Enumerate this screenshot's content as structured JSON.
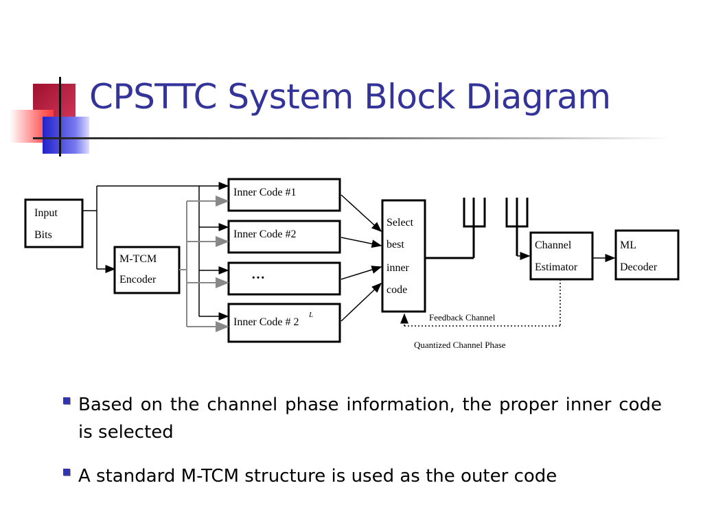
{
  "title": "CPSTTC System Block Diagram",
  "colors": {
    "title": "#333399",
    "bullet": "#3333aa",
    "accent_red": "#b3123a",
    "accent_blue": "#3333cc"
  },
  "diagram": {
    "input": [
      "Input",
      "Bits"
    ],
    "encoder": [
      "M-TCM",
      "Encoder"
    ],
    "inner_codes": [
      "Inner Code #1",
      "Inner Code #2",
      "…",
      "Inner Code # 2"
    ],
    "inner_code_superscript": "L",
    "select": [
      "Select",
      "best",
      "inner",
      "code"
    ],
    "estimator": [
      "Channel",
      "Estimator"
    ],
    "decoder": [
      "ML",
      "Decoder"
    ],
    "feedback_label": "Feedback Channel",
    "phase_label": "Quantized Channel Phase"
  },
  "bullets": [
    "Based on the channel phase information, the proper inner code is selected",
    "A standard M-TCM structure is used as the outer code"
  ]
}
